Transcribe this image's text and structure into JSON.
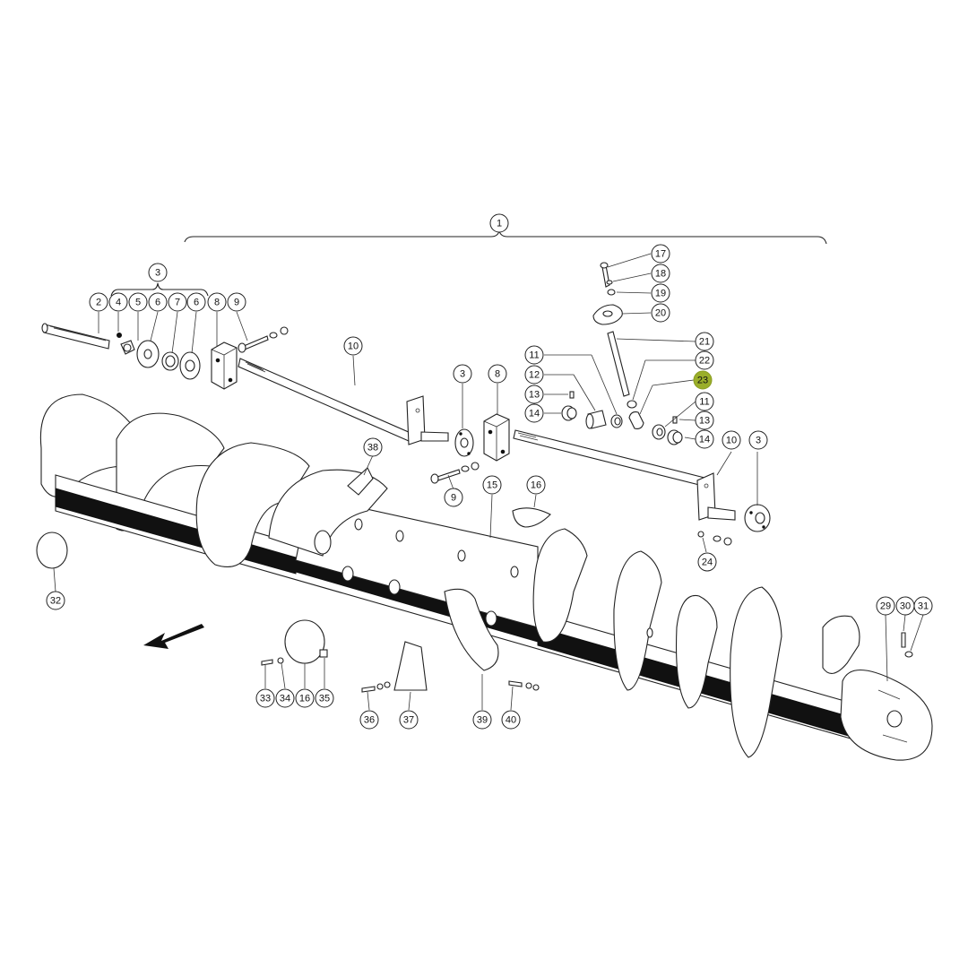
{
  "accent_color": "#9aae2a",
  "highlighted_callout": "23",
  "callouts": [
    {
      "label": "1"
    },
    {
      "label": "2"
    },
    {
      "label": "3"
    },
    {
      "label": "4"
    },
    {
      "label": "5"
    },
    {
      "label": "6"
    },
    {
      "label": "6"
    },
    {
      "label": "7"
    },
    {
      "label": "8"
    },
    {
      "label": "9"
    },
    {
      "label": "10"
    },
    {
      "label": "3"
    },
    {
      "label": "8"
    },
    {
      "label": "9"
    },
    {
      "label": "38"
    },
    {
      "label": "15"
    },
    {
      "label": "16"
    },
    {
      "label": "17"
    },
    {
      "label": "18"
    },
    {
      "label": "19"
    },
    {
      "label": "20"
    },
    {
      "label": "21"
    },
    {
      "label": "22"
    },
    {
      "label": "23"
    },
    {
      "label": "11"
    },
    {
      "label": "12"
    },
    {
      "label": "13"
    },
    {
      "label": "14"
    },
    {
      "label": "11"
    },
    {
      "label": "13"
    },
    {
      "label": "14"
    },
    {
      "label": "10"
    },
    {
      "label": "3"
    },
    {
      "label": "24"
    },
    {
      "label": "32"
    },
    {
      "label": "29"
    },
    {
      "label": "30"
    },
    {
      "label": "31"
    },
    {
      "label": "33"
    },
    {
      "label": "34"
    },
    {
      "label": "16"
    },
    {
      "label": "35"
    },
    {
      "label": "36"
    },
    {
      "label": "37"
    },
    {
      "label": "39"
    },
    {
      "label": "40"
    }
  ]
}
